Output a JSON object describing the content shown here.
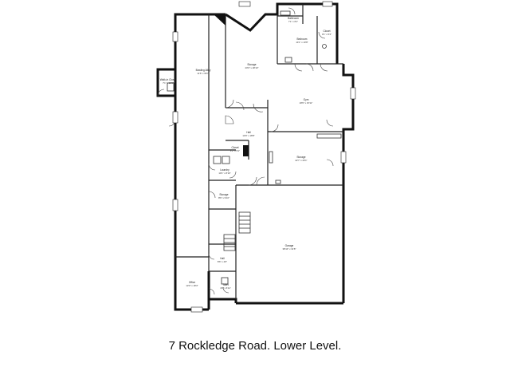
{
  "caption": "7 Rockledge Road. Lower Level.",
  "rooms": {
    "bathroom": {
      "name": "Bathroom",
      "dims": "7'1\" x 8'1\""
    },
    "bedroom": {
      "name": "Bedroom",
      "dims": "14'1\" x 10'8\""
    },
    "closet_top": {
      "name": "Closet",
      "dims": "3'1\" x 5'4\""
    },
    "storage_top": {
      "name": "Storage",
      "dims": "20'0\" x 28'10\""
    },
    "walkin_closet": {
      "name": "Walk-in Closet",
      "dims": "7'1\" x 12'3\""
    },
    "bowling_alley": {
      "name": "Bowling Alley",
      "dims": "11'6\" x 66'7\""
    },
    "gym": {
      "name": "Gym",
      "dims": "18'9\" x 15'11\""
    },
    "hall": {
      "name": "Hall",
      "dims": "13'9\" x 18'8\""
    },
    "storage_mid": {
      "name": "Storage",
      "dims": "22'7\" x 20'1\""
    },
    "closet_mid": {
      "name": "Closet",
      "dims": "4'2\" x 5'1\""
    },
    "laundry": {
      "name": "Laundry",
      "dims": "10'1\" x 8'10\""
    },
    "storage_left": {
      "name": "Storage",
      "dims": "8'6\" x 9'10\""
    },
    "garage": {
      "name": "Garage",
      "dims": "38'10\" x 31'8\""
    },
    "hall_low": {
      "name": "Hall",
      "dims": "8'6\" x 4'0\""
    },
    "office": {
      "name": "Office",
      "dims": "13'0\" x 18'3\""
    },
    "toilet": {
      "name": "Toilet",
      "dims": "4'0\" x 6'11\""
    }
  }
}
